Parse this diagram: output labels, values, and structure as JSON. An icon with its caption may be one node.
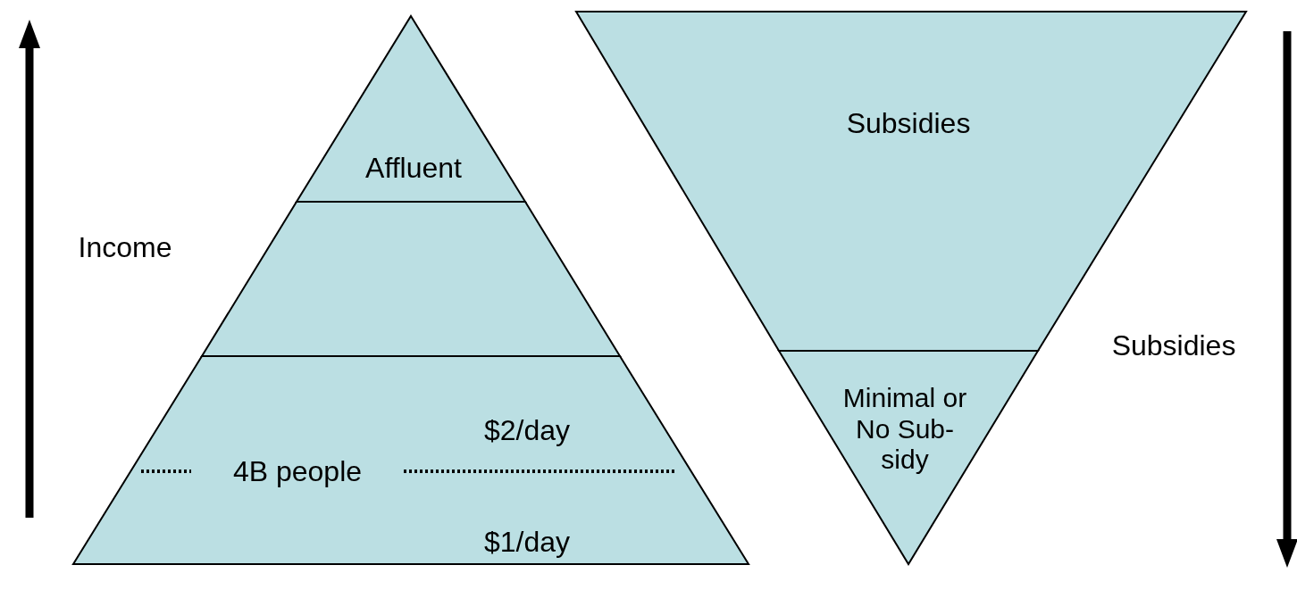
{
  "diagram": {
    "nodes": [
      {
        "text": [
          "Affluent"
        ]
      },
      {
        "text": [],
        "shape": "trapezoid"
      },
      {
        "text": [
          "$2/day",
          "4B people",
          "$1/day"
        ]
      },
      {
        "text": [
          "Subsidies"
        ]
      },
      {
        "text": [
          "Minimal or No Sub- sidy"
        ]
      }
    ],
    "labels": [
      "Income",
      "Subsidies"
    ]
  }
}
